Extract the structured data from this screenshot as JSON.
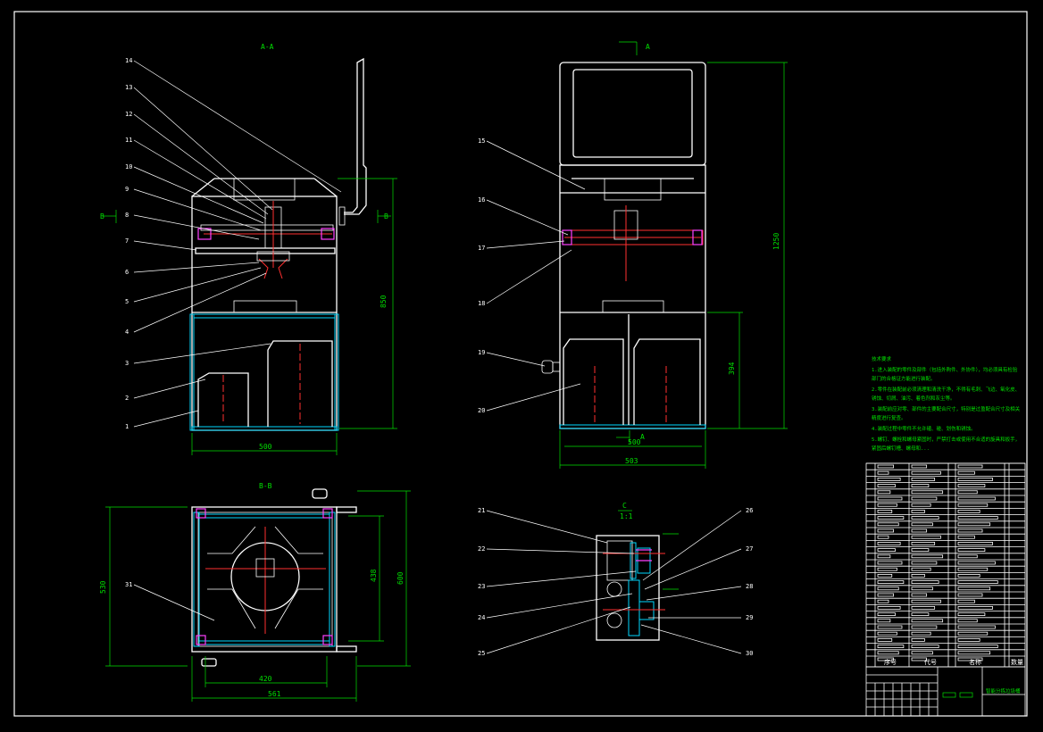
{
  "views": {
    "section_aa": {
      "title": "A-A",
      "cut_label": "B"
    },
    "front": {
      "title": "A"
    },
    "section_bb": {
      "title": "B-B"
    },
    "detail_c": {
      "title": "C",
      "scale": "1:1"
    }
  },
  "dimensions": {
    "aa_width": "500",
    "aa_height": "850",
    "front_width_inner": "500",
    "front_width_outer": "503",
    "front_height": "1250",
    "front_lower": "394",
    "bb_height_outer": "530",
    "bb_height_mid": "600",
    "bb_height_inner": "438",
    "bb_width_inner": "420",
    "bb_width_outer": "561"
  },
  "callouts": {
    "section_aa": [
      "14",
      "13",
      "12",
      "11",
      "10",
      "9",
      "8",
      "7",
      "6",
      "5",
      "4",
      "3",
      "2",
      "1"
    ],
    "front": [
      "15",
      "16",
      "17",
      "18",
      "19",
      "20"
    ],
    "section_bb": [
      "31"
    ],
    "detail_c_left": [
      "21",
      "22",
      "23",
      "24",
      "25"
    ],
    "detail_c_right": [
      "26",
      "27",
      "28",
      "29",
      "30"
    ]
  },
  "notes": {
    "title": "技术要求",
    "lines": [
      "1.进入装配的零件及部件（包括外购件、外协件），均必须具有检验",
      "部门的合格证方能进行装配。",
      "2.零件在装配前必须清理和清洗干净，不得有毛刺、飞边、氧化皮、",
      "锈蚀、切屑、油污、着色剂和灰尘等。",
      "3.装配前应对零、部件的主要配合尺寸，特别是过盈配合尺寸及相关",
      "精度进行复查。",
      "4.装配过程中零件不允许磕、碰、划伤和锈蚀。",
      "5.螺钉、螺栓和螺母紧固时，严禁打击或使用不合适的旋具和扳手，",
      "紧固后螺钉槽、螺母和..."
    ]
  },
  "title_block": {
    "drawing_name": "智能分拣垃圾桶",
    "header_1": "序号",
    "header_2": "代号",
    "header_3": "名称",
    "header_4": "数量"
  },
  "colors": {
    "background": "#000000",
    "outline": "#ffffff",
    "dimension": "#00e000",
    "centerline": "#ff3030",
    "section": "#00d8ff",
    "accent": "#ff40ff"
  }
}
